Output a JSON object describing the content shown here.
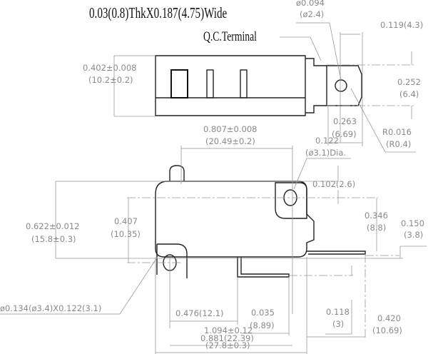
{
  "title": "0.03(0.8)ThkX0.187(4.75)Wide",
  "terminal_label": "Q.C.Terminal",
  "top_view": {
    "hole_dia": [
      "ø0.094",
      "(ø2.4)"
    ],
    "tab_width": "0.119(4.3)",
    "height": [
      "0.402±0.008",
      "(10.2±0.2)"
    ],
    "terminal_width": [
      "0.252",
      "(6.4)"
    ],
    "terminal_length": [
      "0.263",
      "(6.69)"
    ],
    "radius": [
      "R0.016",
      "(R0.4)"
    ]
  },
  "front_view": {
    "hole_spacing": [
      "0.807±0.008",
      "(20.49±0.2)"
    ],
    "mount_hole": [
      "0.122",
      "(ø3.1)Dia."
    ],
    "hole_offset": "0.102(2.6)",
    "height": [
      "0.622±0.012",
      "(15.8±0.3)"
    ],
    "hole_vertical": [
      "0.407",
      "(10.35)"
    ],
    "terminal_vertical": [
      "0.346",
      "(8.8)"
    ],
    "terminal_offset": [
      "0.150",
      "(3.8)"
    ],
    "slot_hole": "ø0.134(ø3.4)X0.122(3.1)",
    "terminal_pos": "0.476(12.1)",
    "terminal_pitch": [
      "0.035",
      "(8.89)"
    ],
    "terminal_drop": [
      "0.118",
      "(3)"
    ],
    "terminal_reach": [
      "0.420",
      "(10.69)"
    ],
    "overall_span": "0.881(22.39)",
    "length": [
      "1.094±0.12",
      "(27.8±0.3)"
    ]
  }
}
